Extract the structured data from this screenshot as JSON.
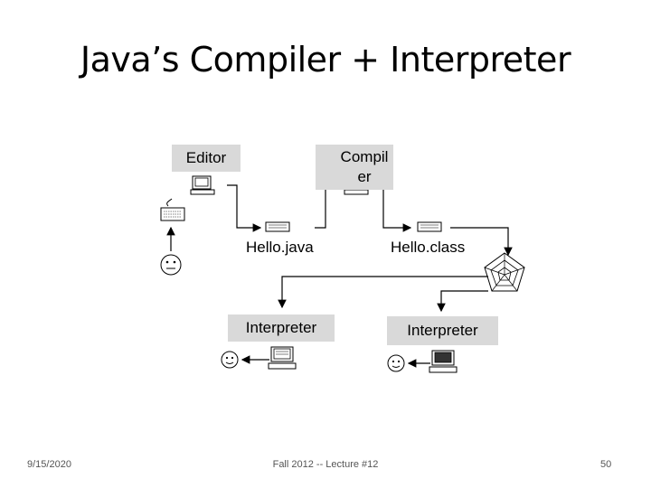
{
  "slide": {
    "title": "Java’s Compiler + Interpreter",
    "footer_date": "9/15/2020",
    "footer_center": "Fall 2012 -- Lecture #12",
    "slide_number": "50"
  },
  "diagram": {
    "editor_label": "Editor",
    "compiler_label": "Compil er",
    "hello_java_label": "Hello.java",
    "hello_class_label": "Hello.class",
    "interpreter_left_label": "Interpreter",
    "interpreter_right_label": "Interpreter"
  },
  "icons": [
    "computer-icon",
    "keyboard-icon",
    "smiley-icon",
    "document-icon",
    "web-icon"
  ]
}
